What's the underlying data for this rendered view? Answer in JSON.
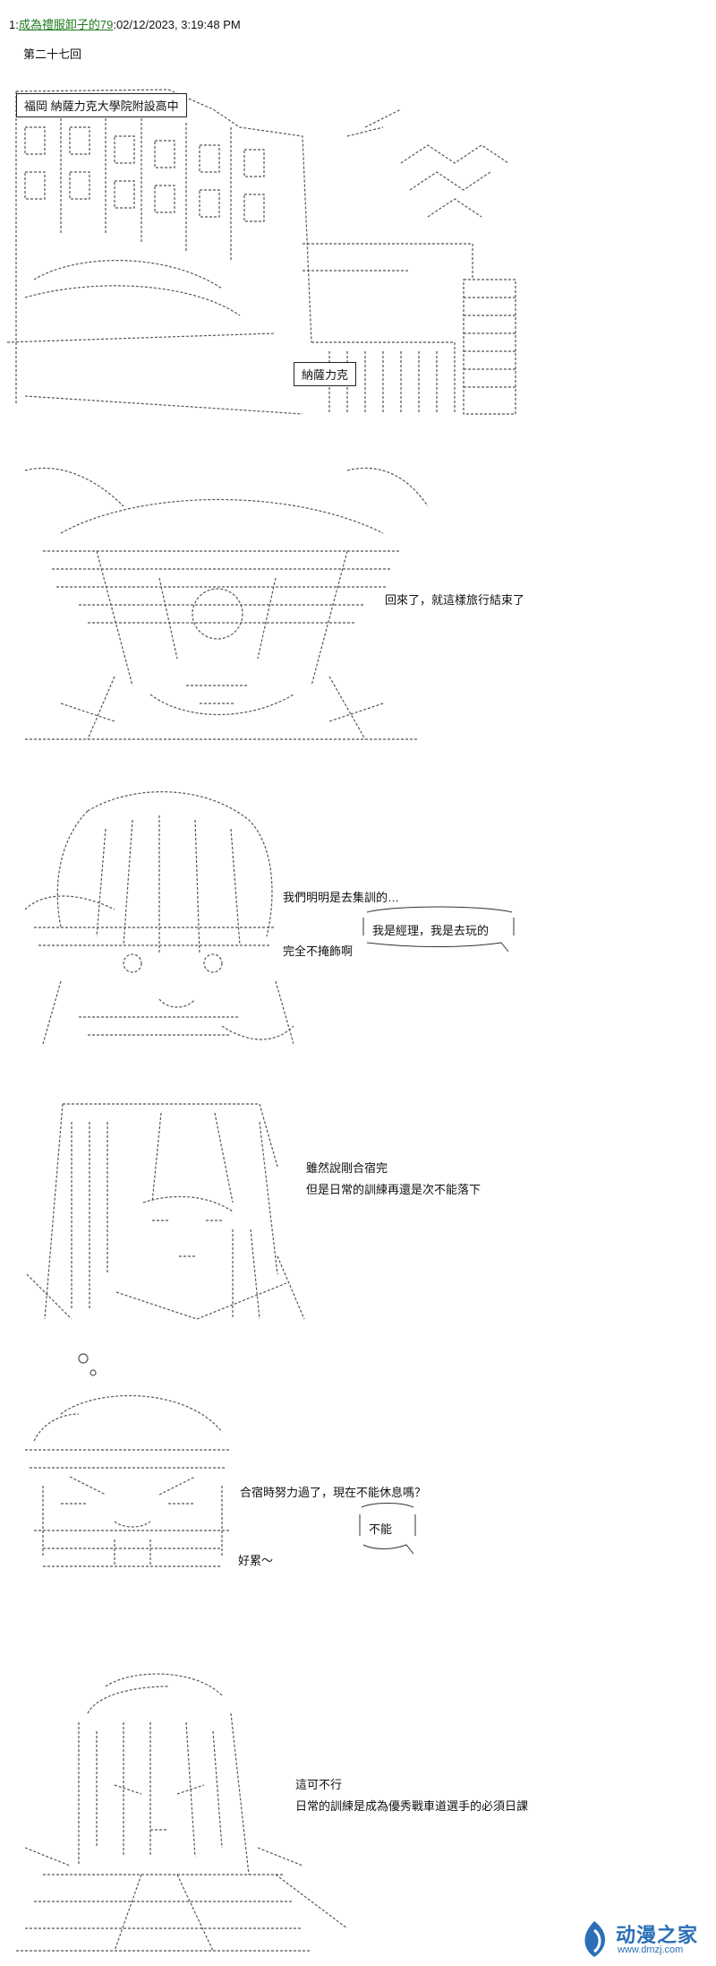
{
  "header": {
    "post_number": "1",
    "poster_name": "成為禮服卸子的79",
    "timestamp": "02/12/2023, 3:19:48 PM"
  },
  "chapter_title": "第二十七回",
  "scene1": {
    "school_sign": "福岡 納薩力克大學院附設高中",
    "gate_sign": "納薩力克"
  },
  "scene2": {
    "line": "回來了，就這樣旅行結束了"
  },
  "scene3": {
    "line1": "我們明明是去集訓的…",
    "line2": "完全不掩飾啊",
    "bubble": "我是經理，我是去玩的"
  },
  "scene4": {
    "line1": "雖然說剛合宿完",
    "line2": "但是日常的訓練再還是次不能落下"
  },
  "scene5": {
    "line1": "合宿時努力過了，現在不能休息嗎？",
    "bubble": "不能",
    "line2": "好累～"
  },
  "scene6": {
    "line1": "這可不行",
    "line2": "日常的訓練是成為優秀戰車道選手的必須日課"
  },
  "watermark": {
    "title": "动漫之家",
    "url": "www.dmzj.com",
    "color": "#2a6fb7"
  },
  "colors": {
    "link_name": "#1f7a1f",
    "art_line": "#555555"
  }
}
